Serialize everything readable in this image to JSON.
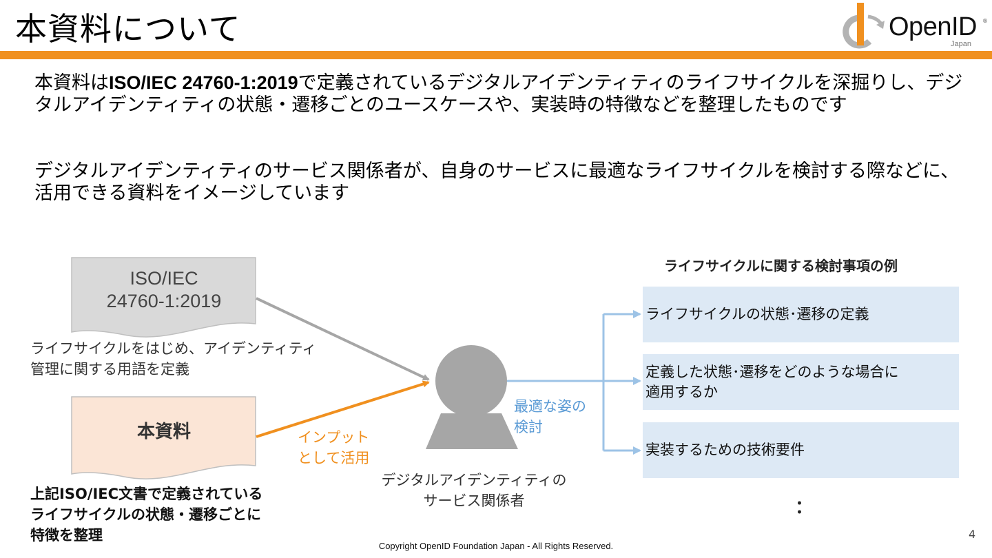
{
  "slide": {
    "title": "本資料について",
    "page_number": "4",
    "footer": "Copyright OpenID Foundation Japan - All Rights Reserved."
  },
  "logo": {
    "word": "OpenID",
    "registered": "®",
    "sub": "Japan"
  },
  "intro": {
    "p1_before": "本資料は",
    "p1_bold": "ISO/IEC 24760-1:2019",
    "p1_after": "で定義されているデジタルアイデンティティのライフサイクルを深掘りし、デジタルアイデンティティの状態・遷移ごとのユースケースや、実装時の特徴などを整理したものです",
    "p2": "デジタルアイデンティティのサービス関係者が、自身のサービスに最適なライフサイクルを検討する際などに、活用できる資料をイメージしています"
  },
  "diagram": {
    "doc_iso": "ISO/IEC\n24760-1:2019",
    "doc_iso_caption": "ライフサイクルをはじめ、アイデンティティ\n管理に関する用語を定義",
    "doc_this": "本資料",
    "doc_this_caption": "上記ISO/IEC文書で定義されている\nライフサイクルの状態・遷移ごとに\n特徴を整理",
    "input_label": "インプット\nとして活用",
    "person_label": "デジタルアイデンティティの\nサービス関係者",
    "optimal_label": "最適な姿の\n検討",
    "examples_title": "ライフサイクルに関する検討事項の例",
    "examples": [
      "ライフサイクルの状態･遷移の定義",
      "定義した状態･遷移をどのような場合に\n適用するか",
      "実装するための技術要件"
    ],
    "more": "："
  },
  "colors": {
    "accent": "#f0901f",
    "blue": "#5b9bd5",
    "box_bg": "#dde9f5",
    "doc_gray": "#d9d9d9",
    "doc_peach": "#fbe5d6"
  }
}
